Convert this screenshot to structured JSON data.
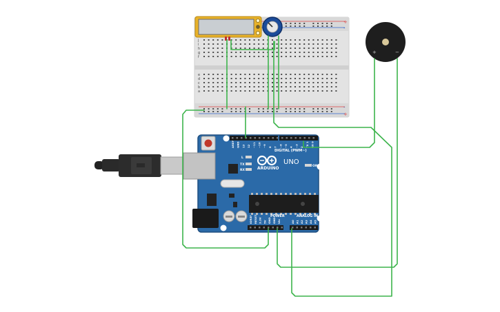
{
  "arduino": {
    "brand": "ARDUINO",
    "model": "UNO",
    "digital_header": "DIGITAL (PWM~)",
    "power_header": "POWER",
    "analog_header": "ANALOG IN",
    "on_label": "ON",
    "led_l": "L",
    "led_tx": "TX",
    "led_rx": "RX",
    "top_pins": [
      "AREF",
      "GND",
      "13",
      "12",
      "~11",
      "~10",
      "~9",
      "8",
      "7",
      "~6",
      "~5",
      "4",
      "~3",
      "2",
      "TX 1",
      "RX 0"
    ],
    "power_pins": [
      "IOREF",
      "RESET",
      "3.3V",
      "5V",
      "GND",
      "GND",
      "Vin"
    ],
    "analog_pins": [
      "A0",
      "A1",
      "A2",
      "A3",
      "A4",
      "A5"
    ]
  },
  "breadboard": {
    "row_letters_top": [
      "j",
      "i",
      "h",
      "g",
      "f"
    ],
    "row_letters_bottom": [
      "e",
      "d",
      "c",
      "b",
      "a"
    ],
    "rail_plus": "+",
    "rail_minus": "-"
  },
  "buzzer": {
    "plus_label": "+",
    "minus_label": "−"
  },
  "colors": {
    "wire": "#3cb44b",
    "board": "#2b6aa8",
    "breadboard": "#e6e6e6",
    "lcd_frame": "#e8b22a",
    "pot": "#1c4c9a"
  },
  "icons": [
    "usb-cable-icon",
    "potentiometer-icon",
    "lcd-icon",
    "buzzer-icon",
    "infinity-logo-icon"
  ]
}
